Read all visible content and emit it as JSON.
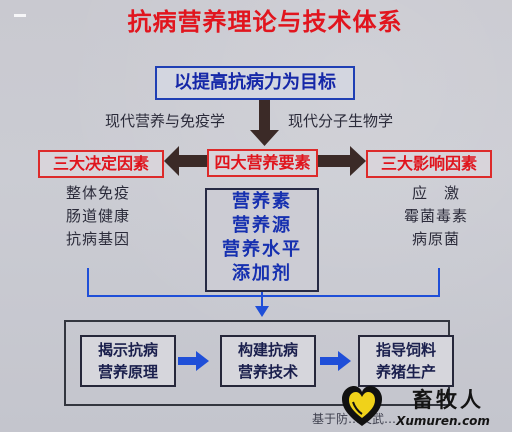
{
  "title": "抗病营养理论与技术体系",
  "goal": "以提高抗病力为目标",
  "labels": {
    "left": "现代营养与免疫学",
    "right": "现代分子生物学"
  },
  "center": {
    "title": "四大营养要素",
    "items": [
      "营养素",
      "营养源",
      "营养水平",
      "添加剂"
    ]
  },
  "left_group": {
    "title": "三大决定因素",
    "items": [
      "整体免疫",
      "肠道健康",
      "抗病基因"
    ]
  },
  "right_group": {
    "title": "三大影响因素",
    "items": [
      "应　激",
      "霉菌毒素",
      "病原菌"
    ]
  },
  "steps": [
    {
      "line1": "揭示抗病",
      "line2": "营养原理"
    },
    {
      "line1": "构建抗病",
      "line2": "营养技术"
    },
    {
      "line1": "指导饲料",
      "line2": "养猪生产"
    }
  ],
  "footer": "基于防…文武…",
  "watermark": {
    "text": "畜牧人",
    "url": "Xumuren.com"
  },
  "colors": {
    "title_red": "#e1151e",
    "blue_text": "#1630b0",
    "arrow_blue": "#1f4fd8",
    "arrow_dark": "#3b2a27"
  },
  "icons": {
    "watermark_logo": "heart-logo-icon"
  }
}
